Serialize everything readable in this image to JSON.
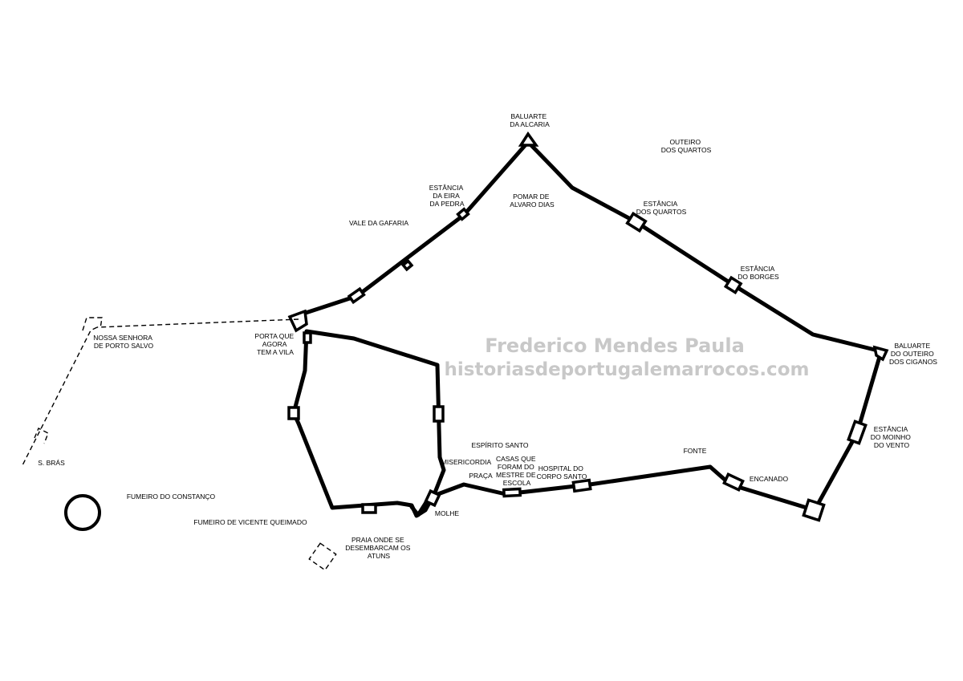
{
  "watermark": {
    "line1": "Frederico Mendes Paula",
    "line2": "historiasdeportugalemarrocos.com"
  },
  "labels": {
    "baluarte_alcaria": [
      "BALUARTE",
      "DA ALCARIA"
    ],
    "outeiro_quartos": [
      "OUTEIRO",
      "DOS QUARTOS"
    ],
    "estancia_eira_pedra": [
      "ESTÂNCIA",
      "DA EIRA",
      "DA PEDRA"
    ],
    "pomar_alvaro_dias": [
      "POMAR DE",
      "ALVARO DIAS"
    ],
    "estancia_quartos": [
      "ESTÂNCIA",
      "DOS QUARTOS"
    ],
    "vale_gafaria": [
      "VALE DA GAFARIA"
    ],
    "estancia_borges": [
      "ESTÂNCIA",
      "DO BORGES"
    ],
    "nossa_senhora": [
      "NOSSA SENHORA",
      "DE PORTO SALVO"
    ],
    "porta_vila": [
      "PORTA QUE",
      "AGORA",
      "TEM A VILA"
    ],
    "baluarte_outeiro_ciganos": [
      "BALUARTE",
      "DO OUTEIRO",
      "DOS CIGANOS"
    ],
    "estancia_moinho_vento": [
      "ESTÂNCIA",
      "DO MOINHO",
      "DO VENTO"
    ],
    "espirito_santo": [
      "ESPÍRITO SANTO"
    ],
    "fonte": [
      "FONTE"
    ],
    "misericordia": [
      "MISERICORDIA"
    ],
    "casas_mestre_escola": [
      "CASAS QUE",
      "FORAM DO",
      "MESTRE DE",
      "ESCOLA"
    ],
    "hospital_corpo_santo": [
      "HOSPITAL DO",
      "CORPO SANTO"
    ],
    "s_bras": [
      "S. BRÁS"
    ],
    "praca": [
      "PRAÇA"
    ],
    "encanado": [
      "ENCANADO"
    ],
    "fumeiro_constanco": [
      "FUMEIRO DO CONSTANÇO"
    ],
    "molhe": [
      "MOLHE"
    ],
    "fumeiro_vicente": [
      "FUMEIRO DE VICENTE QUEIMADO"
    ],
    "praia_atuns": [
      "PRAIA ONDE SE",
      "DESEMBARCAM OS",
      "ATUNS"
    ]
  }
}
